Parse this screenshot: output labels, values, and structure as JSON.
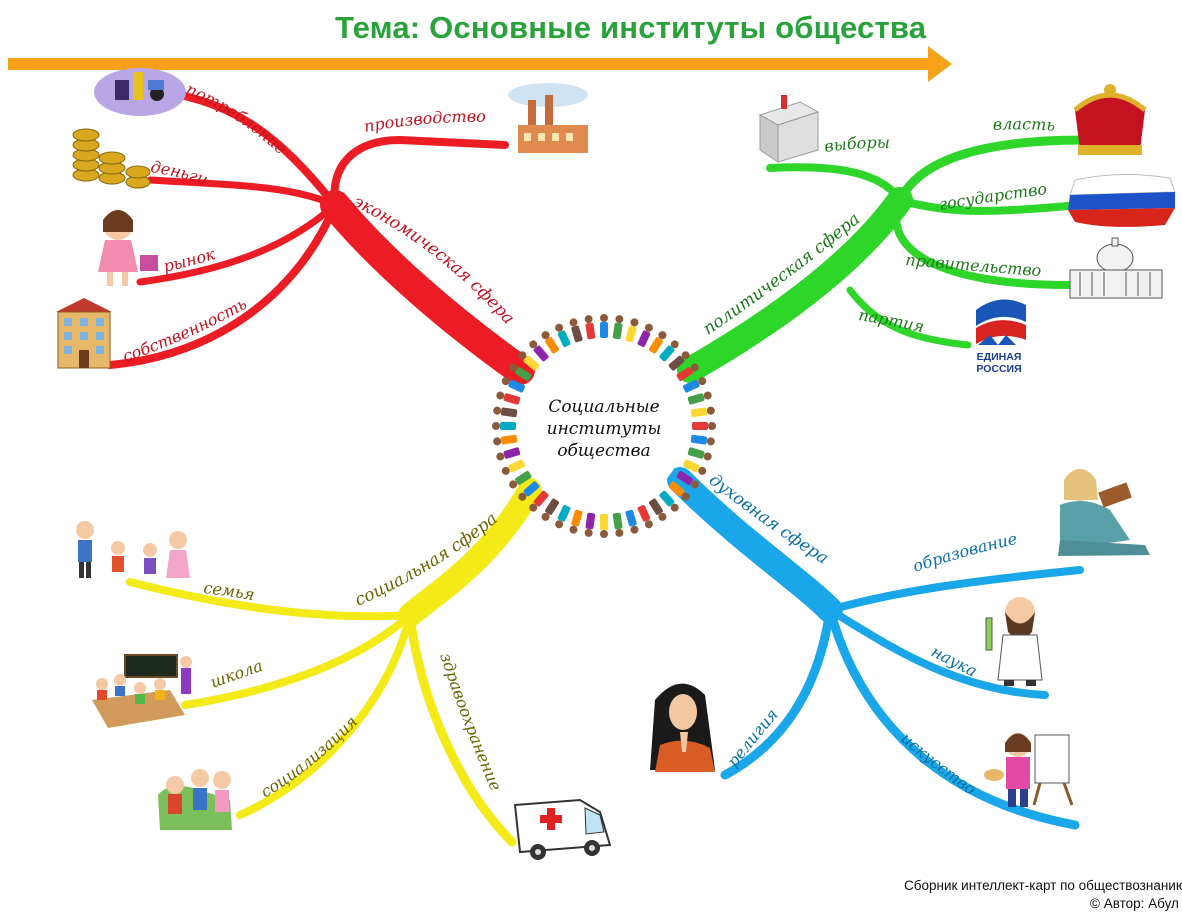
{
  "title": "Тема: Основные институты общества",
  "center": {
    "line1": "Социальные",
    "line2": "институты",
    "line3": "общества"
  },
  "branches": {
    "economic": {
      "label": "экономическая сфера",
      "color": "#ec1c24",
      "items": [
        "производство",
        "потребление",
        "деньги",
        "рынок",
        "собственность"
      ]
    },
    "political": {
      "label": "политическая сфера",
      "color": "#2ed62a",
      "items": [
        "выборы",
        "власть",
        "государство",
        "правительство",
        "партия"
      ]
    },
    "social": {
      "label": "социальная сфера",
      "color": "#f3ea18",
      "items": [
        "семья",
        "школа",
        "социализация",
        "здравоохранение"
      ]
    },
    "spiritual": {
      "label": "духовная сфера",
      "color": "#1aa7ea",
      "items": [
        "образование",
        "наука",
        "религия",
        "искусство"
      ]
    }
  },
  "party_logo": {
    "line1": "ЕДИНАЯ",
    "line2": "РОССИЯ"
  },
  "footer": {
    "line1": "Сборник интеллект-карт по обществознанию",
    "line2": "© Автор: Абул"
  },
  "icons": [
    "shopping-goods-icon",
    "coins-icon",
    "shopper-girl-icon",
    "apartment-building-icon",
    "factory-icon",
    "ballot-box-icon",
    "crown-icon",
    "russian-flag-icon",
    "capitol-building-icon",
    "party-logo-icon",
    "reading-woman-icon",
    "scientist-icon",
    "praying-woman-icon",
    "painter-icon",
    "family-icon",
    "classroom-icon",
    "friends-icon",
    "ambulance-icon"
  ]
}
